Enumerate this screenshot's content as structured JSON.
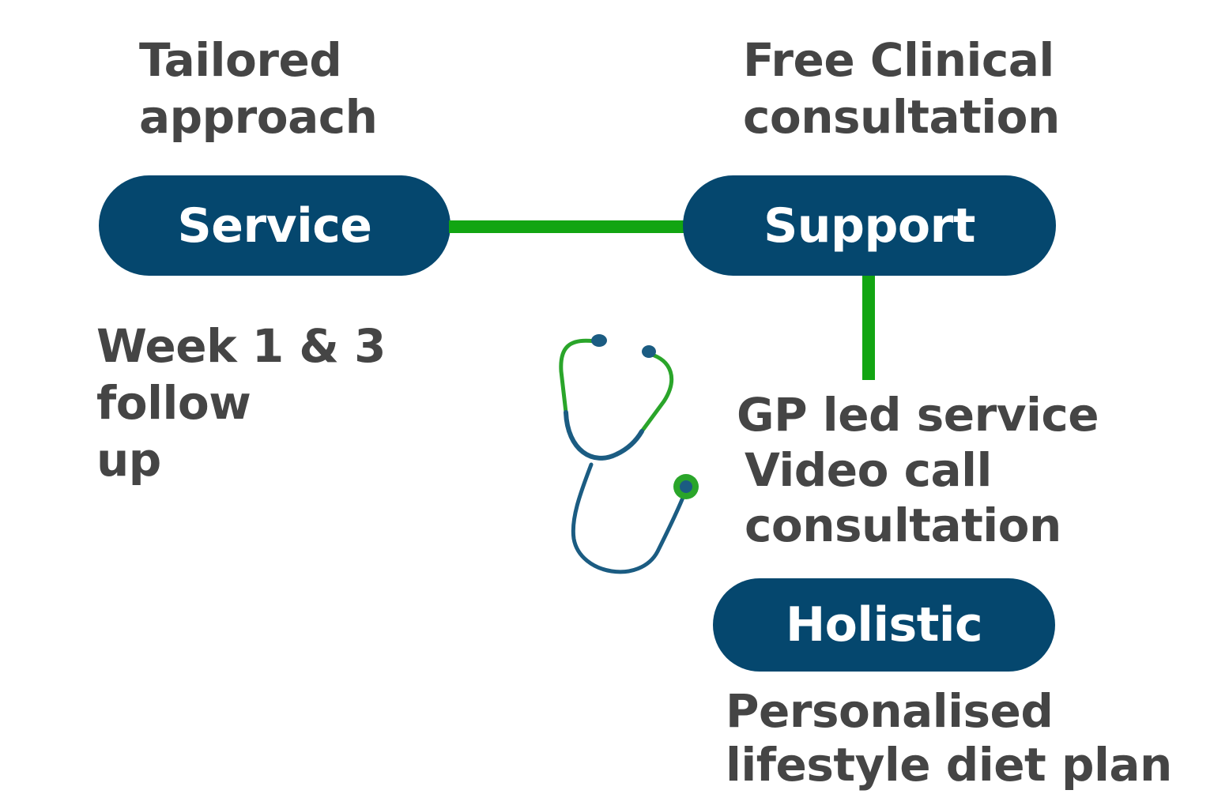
{
  "service": {
    "top_label": [
      "Tailored",
      "approach"
    ],
    "pill_label": "Service",
    "bottom_label": [
      "Week 1 & 3",
      "follow",
      "up"
    ]
  },
  "support": {
    "top_label": [
      "Free Clinical",
      "consultation"
    ],
    "pill_label": "Support",
    "bottom_label": [
      "GP led service",
      "Video call",
      "consultation"
    ]
  },
  "holistic": {
    "pill_label": "Holistic",
    "bottom_label": [
      "Personalised",
      "lifestyle diet plan"
    ]
  },
  "icons": {
    "center": "stethoscope-icon"
  },
  "colors": {
    "pill": "#05476e",
    "connector": "#12a512",
    "text": "#454545",
    "stethoscope_green": "#2aa52a",
    "stethoscope_blue": "#1b5c82"
  }
}
